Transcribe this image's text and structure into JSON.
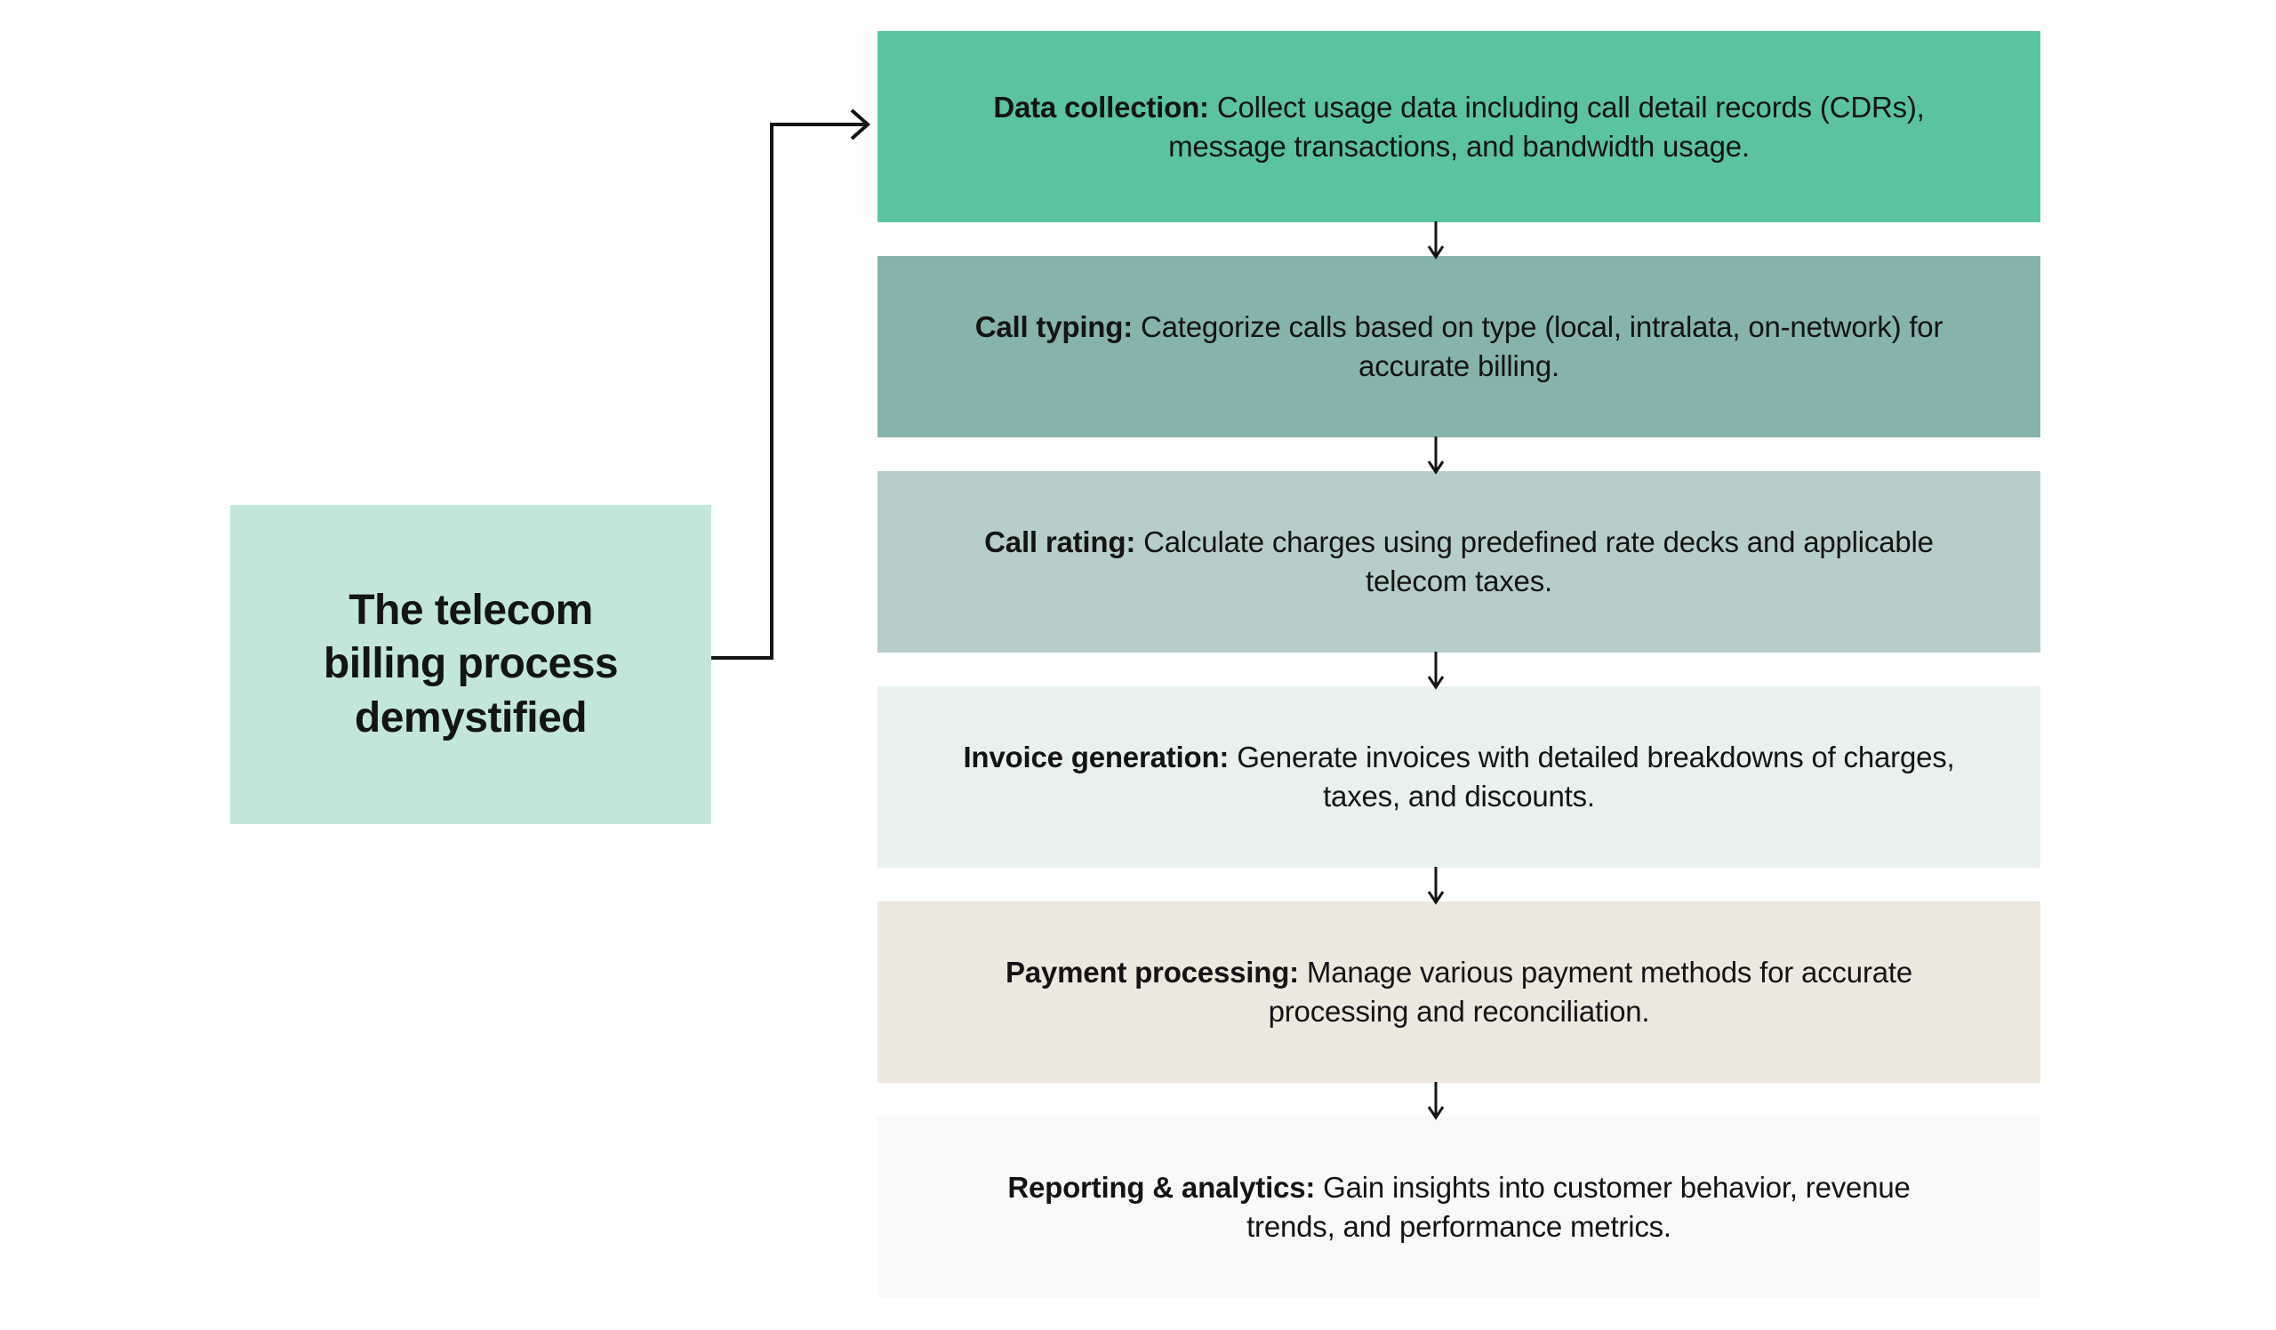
{
  "page": {
    "background": "#ffffff",
    "text_color": "#141414"
  },
  "title_box": {
    "text": "The telecom billing process demystified",
    "bg": "#c2e7da"
  },
  "connector": {
    "type": "elbow-arrow",
    "color": "#141414"
  },
  "flow": {
    "arrow_color": "#141414",
    "steps": [
      {
        "label": "Data collection:",
        "description": "Collect usage data including call detail records (CDRs), message transactions, and bandwidth usage.",
        "bg": "#5bc3a2"
      },
      {
        "label": "Call typing:",
        "description": "Categorize calls based on type (local, intralata, on-network) for accurate billing.",
        "bg": "#86b3ab"
      },
      {
        "label": "Call rating:",
        "description": "Calculate charges using predefined rate decks and applicable telecom taxes.",
        "bg": "#b7cdc9"
      },
      {
        "label": "Invoice generation:",
        "description": "Generate invoices with detailed breakdowns of charges, taxes, and discounts.",
        "bg": "#e9f1ee"
      },
      {
        "label": "Payment processing:",
        "description": "Manage various payment methods for accu­rate processing and reconciliation.",
        "bg": "#ede8de"
      },
      {
        "label": "Reporting & analytics:",
        "description": "Gain insights into customer behavior, revenue trends, and performance metrics.",
        "bg": "#faf9f7"
      }
    ]
  }
}
